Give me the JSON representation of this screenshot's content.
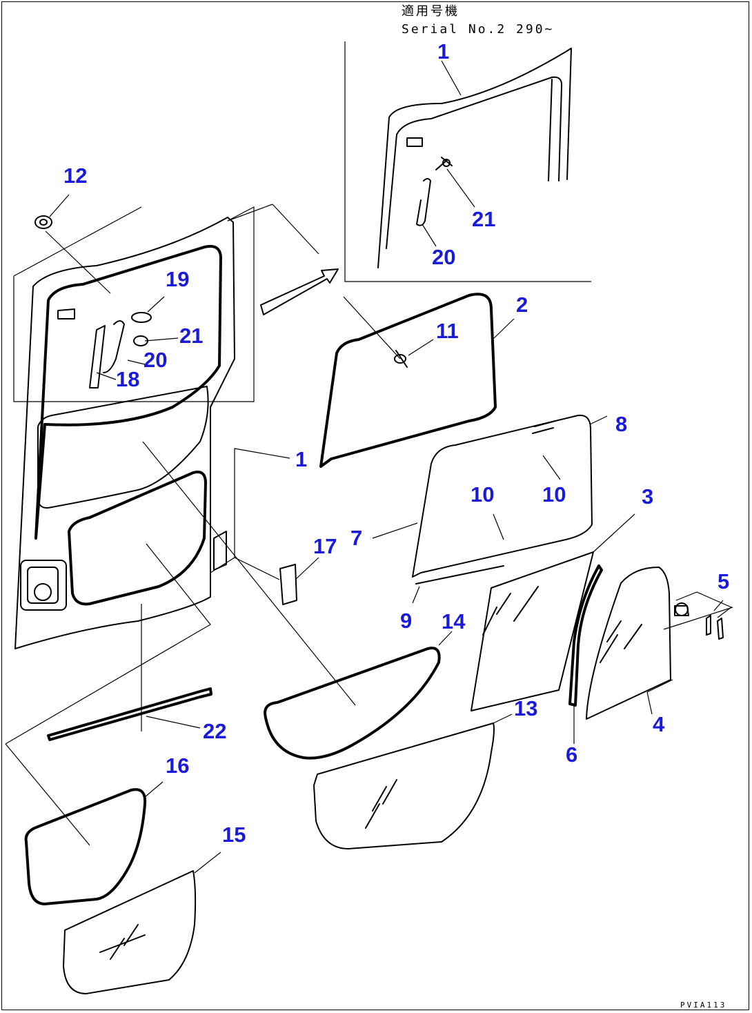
{
  "header": {
    "line1": "適用号機",
    "line2": "Serial No.2 290~"
  },
  "drawing_code": "PVIA113",
  "callouts": [
    {
      "id": "inset-1",
      "text": "1"
    },
    {
      "id": "inset-21",
      "text": "21"
    },
    {
      "id": "inset-20",
      "text": "20"
    },
    {
      "id": "12",
      "text": "12"
    },
    {
      "id": "19",
      "text": "19"
    },
    {
      "id": "21",
      "text": "21"
    },
    {
      "id": "20",
      "text": "20"
    },
    {
      "id": "18",
      "text": "18"
    },
    {
      "id": "2",
      "text": "2"
    },
    {
      "id": "11",
      "text": "11"
    },
    {
      "id": "8",
      "text": "8"
    },
    {
      "id": "1",
      "text": "1"
    },
    {
      "id": "10a",
      "text": "10"
    },
    {
      "id": "10b",
      "text": "10"
    },
    {
      "id": "3",
      "text": "3"
    },
    {
      "id": "7",
      "text": "7"
    },
    {
      "id": "17",
      "text": "17"
    },
    {
      "id": "5",
      "text": "5"
    },
    {
      "id": "9",
      "text": "9"
    },
    {
      "id": "14",
      "text": "14"
    },
    {
      "id": "13",
      "text": "13"
    },
    {
      "id": "4",
      "text": "4"
    },
    {
      "id": "6",
      "text": "6"
    },
    {
      "id": "22",
      "text": "22"
    },
    {
      "id": "16",
      "text": "16"
    },
    {
      "id": "15",
      "text": "15"
    }
  ]
}
